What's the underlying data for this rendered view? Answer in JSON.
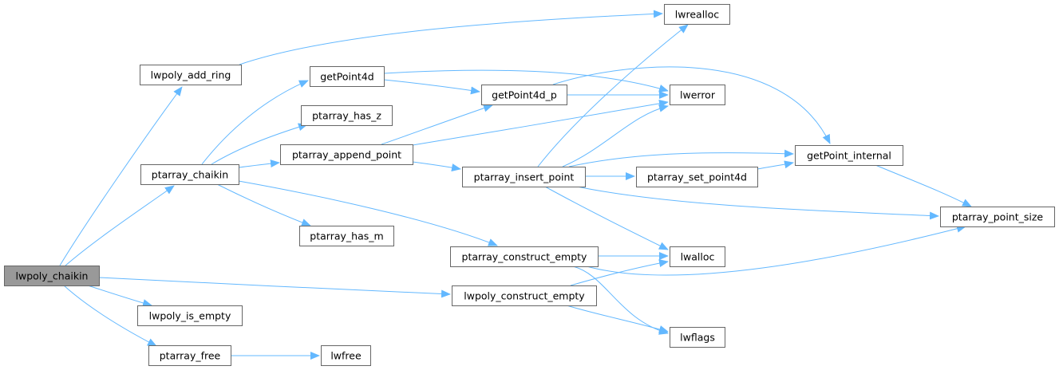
{
  "graph": {
    "type": "call-graph",
    "root": "lwpoly_chaikin",
    "colors": {
      "edge": "#63b8ff",
      "node_fill": "#ffffff",
      "root_fill": "#999999",
      "node_border": "#666666"
    },
    "nodes": [
      {
        "id": "lwpoly_chaikin",
        "label": "lwpoly_chaikin",
        "root": true
      },
      {
        "id": "lwpoly_add_ring",
        "label": "lwpoly_add_ring"
      },
      {
        "id": "ptarray_chaikin",
        "label": "ptarray_chaikin"
      },
      {
        "id": "lwpoly_is_empty",
        "label": "lwpoly_is_empty"
      },
      {
        "id": "ptarray_free",
        "label": "ptarray_free"
      },
      {
        "id": "getPoint4d",
        "label": "getPoint4d"
      },
      {
        "id": "ptarray_has_z",
        "label": "ptarray_has_z"
      },
      {
        "id": "ptarray_append_point",
        "label": "ptarray_append_point"
      },
      {
        "id": "ptarray_has_m",
        "label": "ptarray_has_m"
      },
      {
        "id": "lwfree",
        "label": "lwfree"
      },
      {
        "id": "getPoint4d_p",
        "label": "getPoint4d_p"
      },
      {
        "id": "ptarray_insert_point",
        "label": "ptarray_insert_point"
      },
      {
        "id": "ptarray_construct_empty",
        "label": "ptarray_construct_empty"
      },
      {
        "id": "lwpoly_construct_empty",
        "label": "lwpoly_construct_empty"
      },
      {
        "id": "lwrealloc",
        "label": "lwrealloc"
      },
      {
        "id": "lwerror",
        "label": "lwerror"
      },
      {
        "id": "ptarray_set_point4d",
        "label": "ptarray_set_point4d"
      },
      {
        "id": "lwalloc",
        "label": "lwalloc"
      },
      {
        "id": "lwflags",
        "label": "lwflags"
      },
      {
        "id": "getPoint_internal",
        "label": "getPoint_internal"
      },
      {
        "id": "ptarray_point_size",
        "label": "ptarray_point_size"
      }
    ],
    "edges": [
      {
        "from": "lwpoly_chaikin",
        "to": "lwpoly_add_ring"
      },
      {
        "from": "lwpoly_chaikin",
        "to": "ptarray_chaikin"
      },
      {
        "from": "lwpoly_chaikin",
        "to": "lwpoly_construct_empty"
      },
      {
        "from": "lwpoly_chaikin",
        "to": "lwpoly_is_empty"
      },
      {
        "from": "lwpoly_chaikin",
        "to": "ptarray_free"
      },
      {
        "from": "lwpoly_add_ring",
        "to": "lwrealloc"
      },
      {
        "from": "ptarray_chaikin",
        "to": "getPoint4d"
      },
      {
        "from": "ptarray_chaikin",
        "to": "ptarray_has_z"
      },
      {
        "from": "ptarray_chaikin",
        "to": "ptarray_append_point"
      },
      {
        "from": "ptarray_chaikin",
        "to": "ptarray_has_m"
      },
      {
        "from": "ptarray_chaikin",
        "to": "ptarray_construct_empty"
      },
      {
        "from": "ptarray_free",
        "to": "lwfree"
      },
      {
        "from": "getPoint4d",
        "to": "getPoint4d_p"
      },
      {
        "from": "getPoint4d",
        "to": "lwerror"
      },
      {
        "from": "ptarray_append_point",
        "to": "getPoint4d_p"
      },
      {
        "from": "ptarray_append_point",
        "to": "lwerror"
      },
      {
        "from": "ptarray_append_point",
        "to": "ptarray_insert_point"
      },
      {
        "from": "getPoint4d_p",
        "to": "lwerror"
      },
      {
        "from": "getPoint4d_p",
        "to": "getPoint_internal"
      },
      {
        "from": "ptarray_insert_point",
        "to": "lwrealloc"
      },
      {
        "from": "ptarray_insert_point",
        "to": "lwerror"
      },
      {
        "from": "ptarray_insert_point",
        "to": "getPoint_internal"
      },
      {
        "from": "ptarray_insert_point",
        "to": "ptarray_set_point4d"
      },
      {
        "from": "ptarray_insert_point",
        "to": "ptarray_point_size"
      },
      {
        "from": "ptarray_insert_point",
        "to": "lwalloc"
      },
      {
        "from": "ptarray_set_point4d",
        "to": "getPoint_internal"
      },
      {
        "from": "getPoint_internal",
        "to": "ptarray_point_size"
      },
      {
        "from": "ptarray_construct_empty",
        "to": "lwalloc"
      },
      {
        "from": "ptarray_construct_empty",
        "to": "ptarray_point_size"
      },
      {
        "from": "ptarray_construct_empty",
        "to": "lwflags"
      },
      {
        "from": "lwpoly_construct_empty",
        "to": "lwalloc"
      },
      {
        "from": "lwpoly_construct_empty",
        "to": "lwflags"
      }
    ]
  }
}
